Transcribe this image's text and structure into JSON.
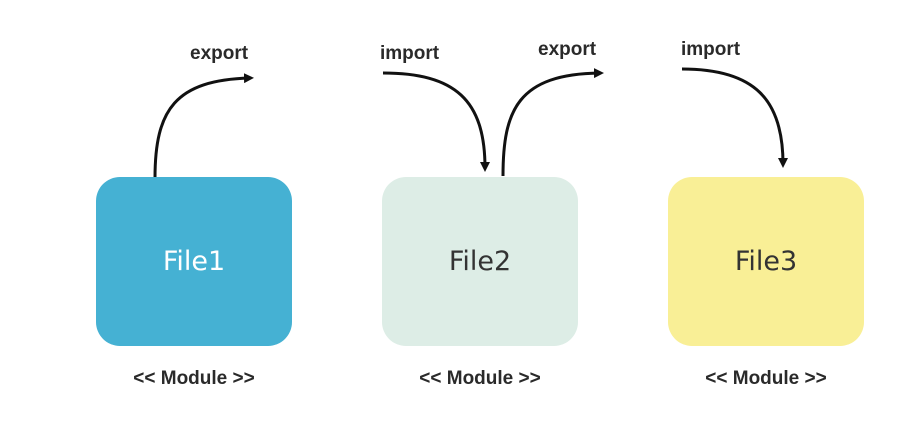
{
  "diagram": {
    "modules": [
      {
        "file": "File1",
        "stereotype": "<< Module >>",
        "color": "#45b1d3",
        "text_color": "#ffffff"
      },
      {
        "file": "File2",
        "stereotype": "<< Module >>",
        "color": "#ddede6",
        "text_color": "#333333"
      },
      {
        "file": "File3",
        "stereotype": "<< Module >>",
        "color": "#f9ef96",
        "text_color": "#333333"
      }
    ],
    "arrows": [
      {
        "label": "export",
        "from": "File1",
        "direction": "out"
      },
      {
        "label": "import",
        "to": "File2",
        "direction": "in"
      },
      {
        "label": "export",
        "from": "File2",
        "direction": "out"
      },
      {
        "label": "import",
        "to": "File3",
        "direction": "in"
      }
    ],
    "arrow_color": "#111111"
  }
}
